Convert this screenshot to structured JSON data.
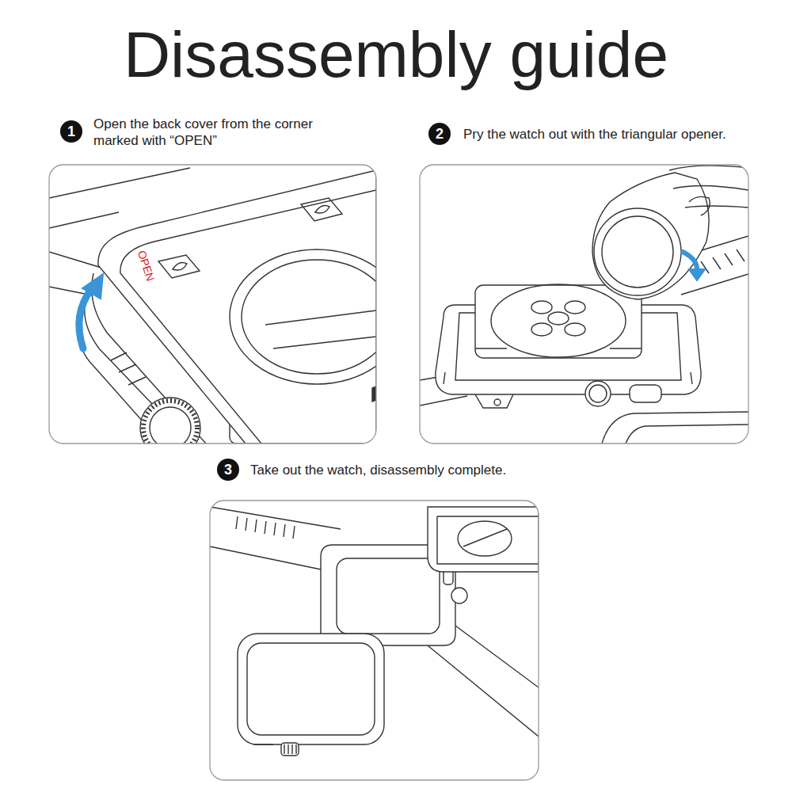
{
  "diagram": {
    "title": "Disassembly guide",
    "nodes": [
      {
        "text": [
          "1"
        ]
      },
      {
        "text": [
          "2"
        ]
      },
      {
        "text": [
          "3"
        ]
      }
    ],
    "labels": [
      "Open the back cover from the corner marked with “OPEN”",
      "Pry the watch out with the triangular opener.",
      "Take out the watch, disassembly complete.",
      "OPEN"
    ]
  }
}
